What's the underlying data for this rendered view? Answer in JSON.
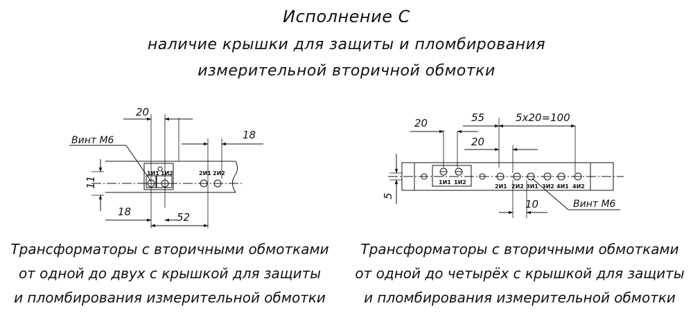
{
  "header": {
    "title": "Исполнение С",
    "subtitle_line1": "наличие крышки для защиты и пломбирования",
    "subtitle_line2": "измерительной вторичной обмотки"
  },
  "left_drawing": {
    "screw_label": "Винт М6",
    "dims": {
      "top": "20",
      "right": "18",
      "left_vertical": "11",
      "bottom_left": "18",
      "bottom_right": "52"
    },
    "terminals": [
      "1И1",
      "1И2",
      "2И1",
      "2И2"
    ],
    "caption_line1": "Трансформаторы  с вторичными обмотками",
    "caption_line2": "от одной до двух с крышкой для защиты",
    "caption_line3": "и пломбирования измерительной обмотки"
  },
  "right_drawing": {
    "screw_label": "Винт М6",
    "dims": {
      "top_left": "20",
      "top_mid": "55",
      "top_right": "5x20=100",
      "mid": "20",
      "left_vertical": "5",
      "bottom": "10"
    },
    "terminals": [
      "1И1",
      "1И2",
      "2И1",
      "2И2",
      "3И1",
      "3И2",
      "4И1",
      "4И2"
    ],
    "caption_line1": "Трансформаторы  с вторичными обмотками",
    "caption_line2": "от одной до четырёх с крышкой для защиты",
    "caption_line3": "и пломбирования измерительной обмотки"
  }
}
